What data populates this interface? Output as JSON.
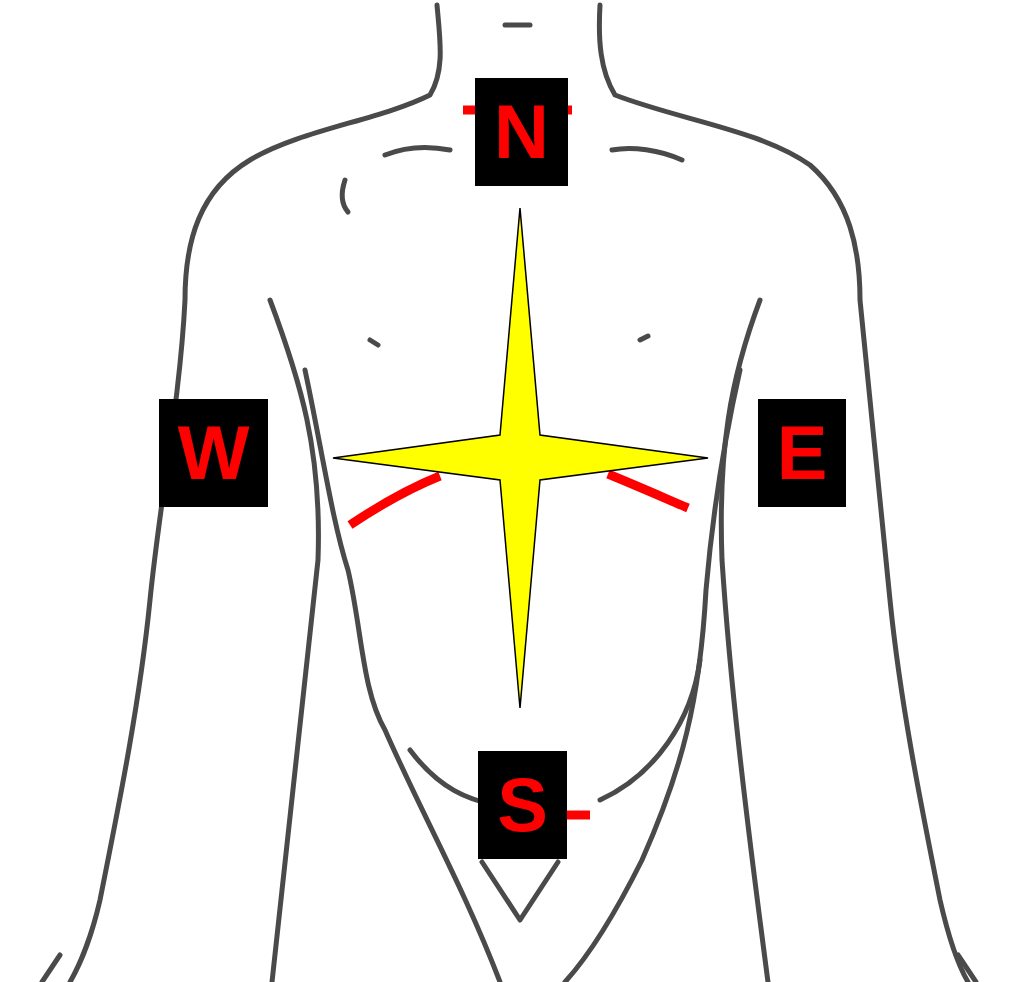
{
  "diagram": {
    "nodes": [
      {
        "text": [
          "N"
        ]
      },
      {
        "text": [
          "W"
        ]
      },
      {
        "text": [
          "E"
        ]
      },
      {
        "text": [
          "S"
        ]
      }
    ]
  }
}
